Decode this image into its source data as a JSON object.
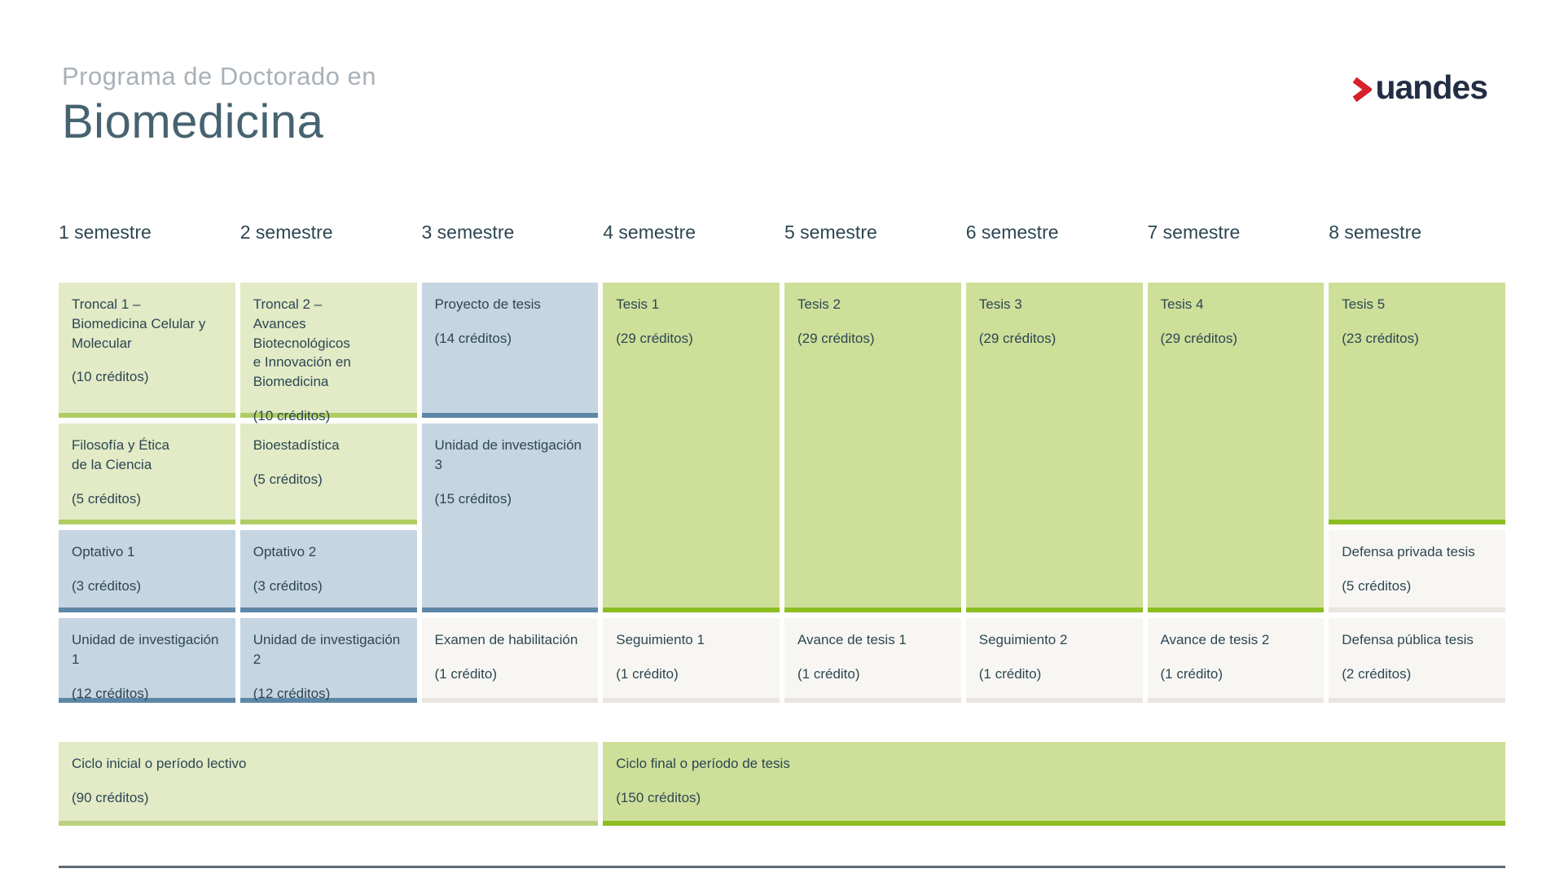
{
  "header": {
    "kicker": "Programa de Doctorado en",
    "title": "Biomedicina",
    "logo_text": "uandes"
  },
  "colors": {
    "light_green_card": "#e2eac6",
    "light_green_border": "#afcd62",
    "green_card": "#cedf9a",
    "green_border": "#8cbe22",
    "blue_card": "#c6d5e2",
    "blue_border": "#5d87a6",
    "neutral_card": "#f7f6f3",
    "neutral_border": "#e9e6e1",
    "text": "#2c4752",
    "kicker_gray": "#a9b1b8",
    "title_blue_gray": "#466371",
    "logo_red": "#d6212a",
    "logo_navy": "#232e44",
    "divider": "#5d6d74"
  },
  "columns": [
    {
      "header": "1 semestre",
      "cards": [
        {
          "title": "Troncal 1 –\nBiomedicina Celular y\nMolecular",
          "credits": "(10 créditos)"
        },
        {
          "title": "Filosofía y Ética\nde la Ciencia",
          "credits": "(5 créditos)"
        },
        {
          "title": "Optativo 1",
          "credits": "(3 créditos)"
        },
        {
          "title": "Unidad de investigación 1",
          "credits": "(12 créditos)"
        }
      ]
    },
    {
      "header": "2 semestre",
      "cards": [
        {
          "title": "Troncal 2 –\nAvances Biotecnológicos\ne Innovación en\nBiomedicina",
          "credits": "(10 créditos)"
        },
        {
          "title": "Bioestadística",
          "credits": "(5 créditos)"
        },
        {
          "title": "Optativo 2",
          "credits": "(3 créditos)"
        },
        {
          "title": "Unidad de investigación 2",
          "credits": "(12 créditos)"
        }
      ]
    },
    {
      "header": "3 semestre",
      "cards": [
        {
          "title": "Proyecto de tesis",
          "credits": "(14 créditos)"
        },
        {
          "title": "Unidad de investigación 3",
          "credits": "(15 créditos)"
        },
        {
          "title": "Examen de habilitación",
          "credits": "(1 crédito)"
        }
      ]
    },
    {
      "header": "4 semestre",
      "cards": [
        {
          "title": "Tesis 1",
          "credits": "(29 créditos)"
        },
        {
          "title": "Seguimiento 1",
          "credits": "(1 crédito)"
        }
      ]
    },
    {
      "header": "5 semestre",
      "cards": [
        {
          "title": "Tesis 2",
          "credits": "(29 créditos)"
        },
        {
          "title": "Avance de tesis 1",
          "credits": "(1 crédito)"
        }
      ]
    },
    {
      "header": "6 semestre",
      "cards": [
        {
          "title": "Tesis 3",
          "credits": "(29 créditos)"
        },
        {
          "title": "Seguimiento 2",
          "credits": "(1 crédito)"
        }
      ]
    },
    {
      "header": "7 semestre",
      "cards": [
        {
          "title": "Tesis 4",
          "credits": "(29 créditos)"
        },
        {
          "title": "Avance de tesis 2",
          "credits": "(1 crédito)"
        }
      ]
    },
    {
      "header": "8 semestre",
      "cards": [
        {
          "title": "Tesis 5",
          "credits": "(23 créditos)"
        },
        {
          "title": "Defensa privada tesis",
          "credits": "(5 créditos)"
        },
        {
          "title": "Defensa pública  tesis",
          "credits": "(2 créditos)"
        }
      ]
    }
  ],
  "summary": {
    "initial": {
      "title": "Ciclo inicial o período lectivo",
      "credits": "(90 créditos)"
    },
    "final": {
      "title": "Ciclo final o período de tesis",
      "credits": "(150 créditos)"
    }
  }
}
